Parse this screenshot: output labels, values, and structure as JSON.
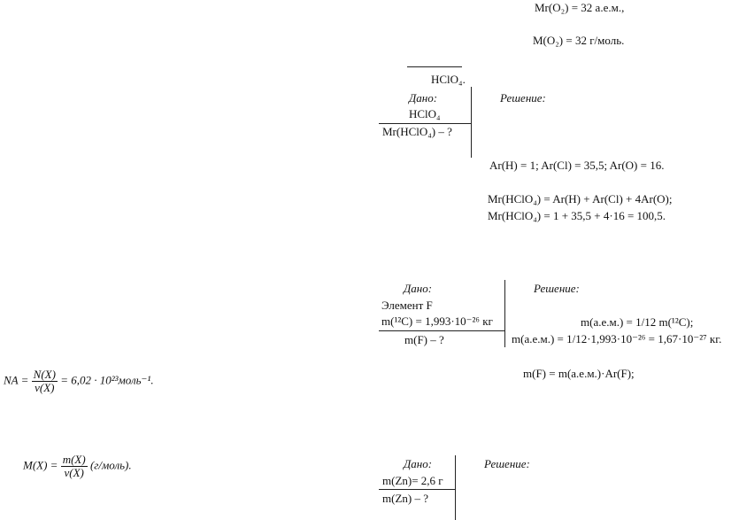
{
  "top_formulas": {
    "line1": "Mr(O₂) = 32 а.е.м.,",
    "line2": "M(O₂) = 32 г/моль."
  },
  "problem1": {
    "title": "HClO₄.",
    "given_label": "Дано:",
    "given_value": "HClO₄",
    "find": "Mr(HClO₄) – ?",
    "solution_label": "Решение:",
    "line1": "Ar(H) = 1; Ar(Cl) = 35,5; Ar(O) = 16.",
    "line2": "Mr(HClO₄) = Ar(H) + Ar(Cl) + 4Ar(O);",
    "line3": "Mr(HClO₄) = 1 + 35,5 + 4·16 = 100,5."
  },
  "problem2": {
    "given_label": "Дано:",
    "given_line1": "Элемент F",
    "given_line2": "m(¹²C) = 1,993·10⁻²⁶ кг",
    "find": "m(F) – ?",
    "solution_label": "Решение:",
    "line1": "m(а.е.м.) = 1/12 m(¹²C);",
    "line2": "m(а.е.м.) = 1/12·1,993·10⁻²⁶ = 1,67·10⁻²⁷ кг.",
    "line3": "m(F) = m(а.е.м.)·Ar(F);"
  },
  "avogadro": {
    "lhs": "NA =",
    "num": "N(X)",
    "den": "ν(X)",
    "rhs": "= 6,02 · 10²³моль⁻¹."
  },
  "molar_mass": {
    "lhs": "M(X) =",
    "num": "m(X)",
    "den": "ν(X)",
    "rhs": "(г/моль)."
  },
  "problem3": {
    "given_label": "Дано:",
    "given_value": "m(Zn)= 2,6 г",
    "find": "m(Zn) – ?",
    "solution_label": "Решение:"
  }
}
